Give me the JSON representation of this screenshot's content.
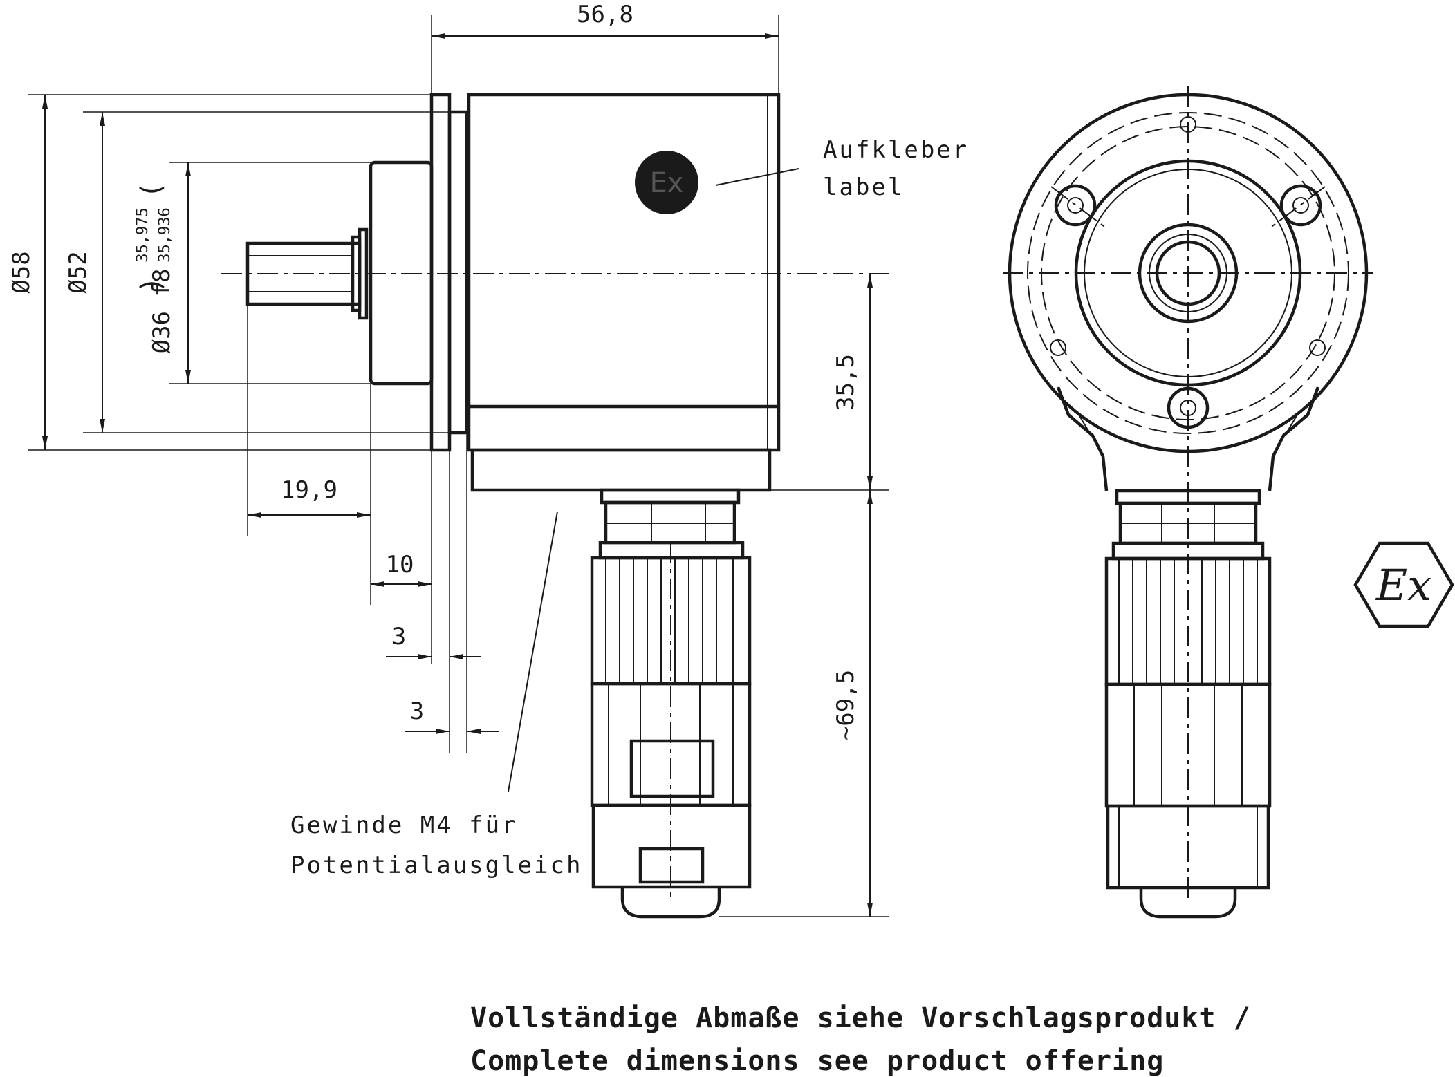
{
  "dimensions": {
    "overall_length": "56,8",
    "dia_58": "Ø58",
    "dia_52": "Ø52",
    "dia_36": "Ø36 f8",
    "tol_upper": "35,975",
    "tol_lower": "35,936",
    "shaft_length": "19,9",
    "flange_length": "10",
    "gap_1": "3",
    "gap_2": "3",
    "center_to_base": "35,5",
    "connector_length": "~69,5"
  },
  "notes": {
    "label_de": "Aufkleber",
    "label_en": "label",
    "thread_line1": "Gewinde M4 für",
    "thread_line2": "Potentialausgleich"
  },
  "footer": {
    "line1": "Vollständige Abmaße siehe Vorschlagsprodukt /",
    "line2": "Complete dimensions see product offering"
  },
  "symbols": {
    "ex_mark": "Ex"
  },
  "colors": {
    "ink": "#1a1a1a",
    "background": "#ffffff"
  }
}
